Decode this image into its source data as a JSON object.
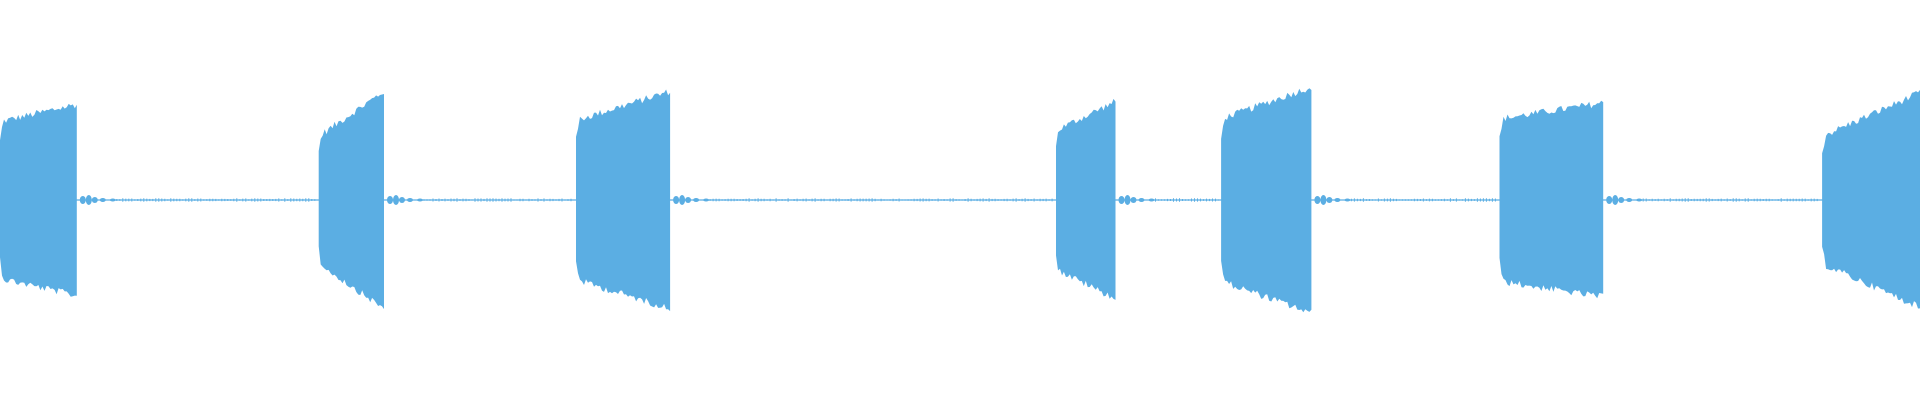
{
  "waveform": {
    "color": "#5baee3",
    "background": "#ffffff",
    "duration_fraction_note": "",
    "bursts": [
      {
        "start": 0.0,
        "end": 0.04,
        "amp_start": 0.54,
        "amp_end": 0.66
      },
      {
        "start": 0.166,
        "end": 0.2,
        "amp_start": 0.44,
        "amp_end": 0.75
      },
      {
        "start": 0.3,
        "end": 0.349,
        "amp_start": 0.55,
        "amp_end": 0.75
      },
      {
        "start": 0.55,
        "end": 0.581,
        "amp_start": 0.48,
        "amp_end": 0.68
      },
      {
        "start": 0.636,
        "end": 0.683,
        "amp_start": 0.56,
        "amp_end": 0.78
      },
      {
        "start": 0.781,
        "end": 0.835,
        "amp_start": 0.56,
        "amp_end": 0.67
      },
      {
        "start": 0.949,
        "end": 1.0,
        "amp_start": 0.44,
        "amp_end": 0.74
      }
    ],
    "tails": [
      {
        "start": 0.04,
        "end": 0.166
      },
      {
        "start": 0.2,
        "end": 0.3
      },
      {
        "start": 0.349,
        "end": 0.55
      },
      {
        "start": 0.581,
        "end": 0.636
      },
      {
        "start": 0.683,
        "end": 0.781
      },
      {
        "start": 0.835,
        "end": 0.949
      }
    ]
  }
}
